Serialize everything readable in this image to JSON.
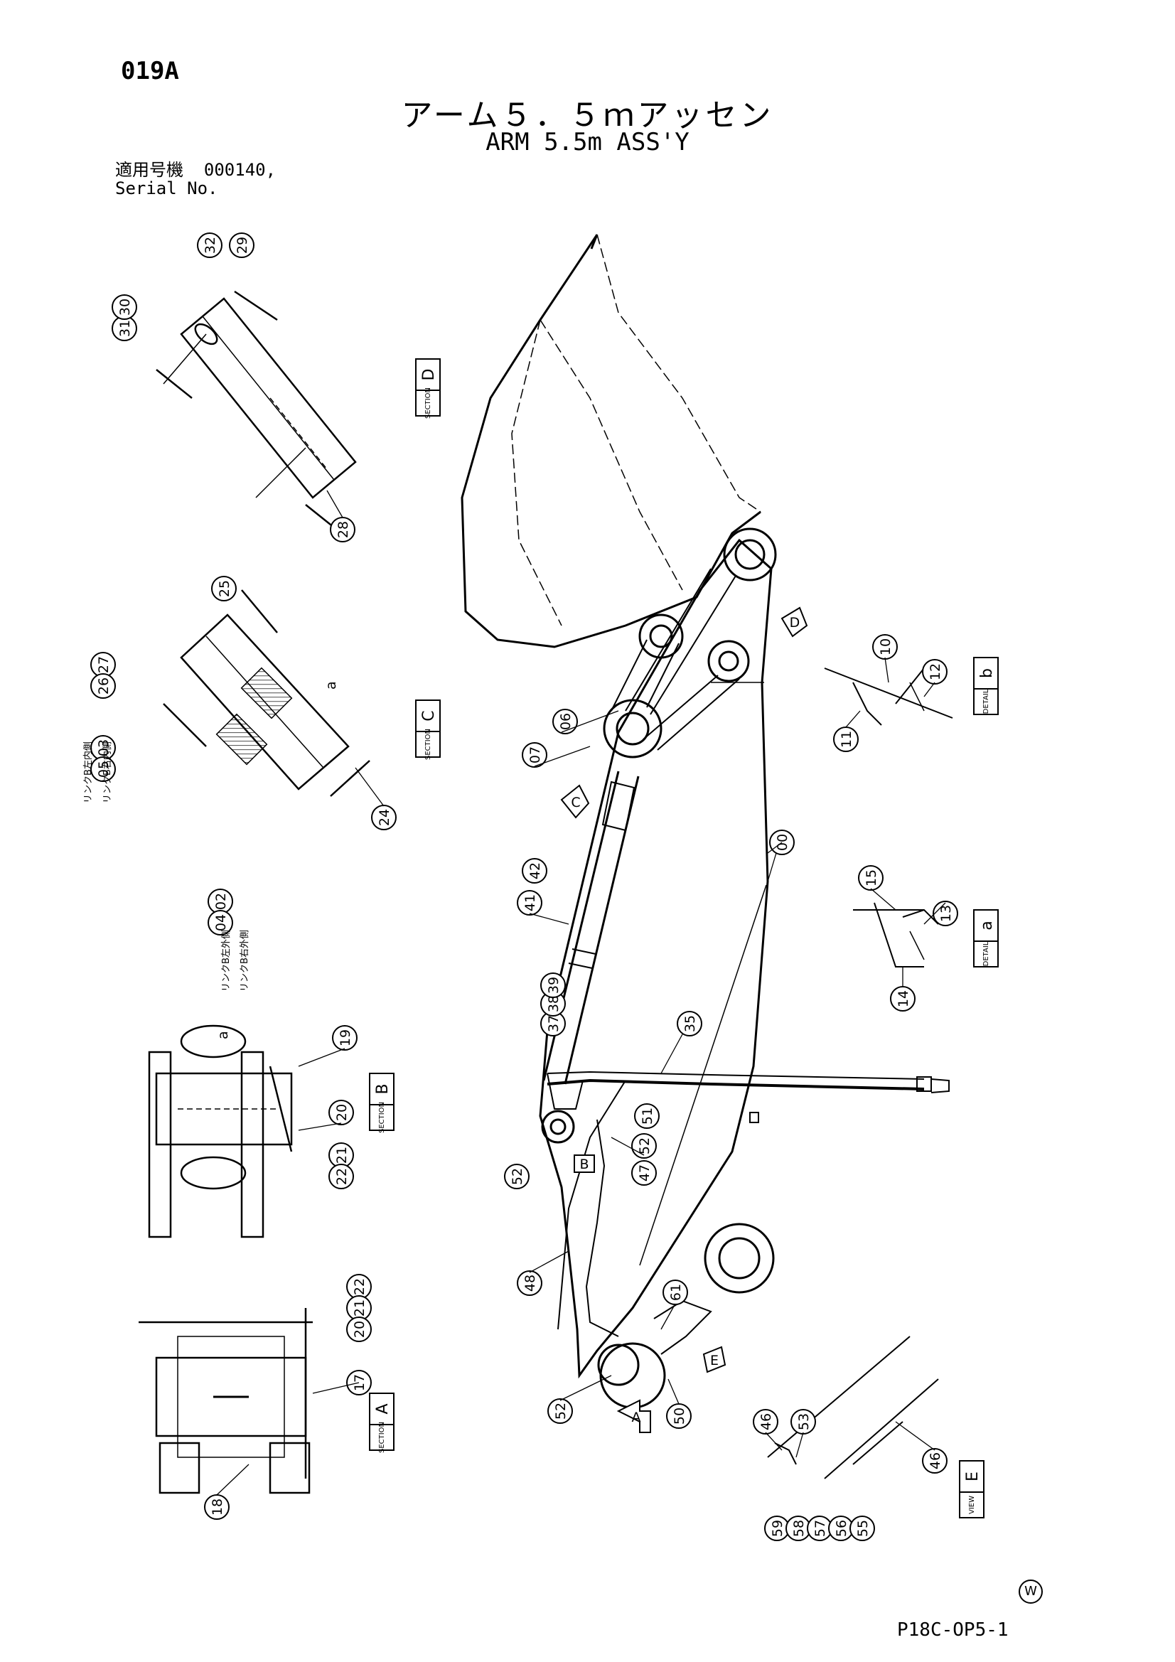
{
  "header": {
    "drawing_code": "019A",
    "title_jp": "アーム５．５ｍアッセン",
    "title_en": "ARM 5.5m ASS'Y",
    "serial_label_jp": "適用号機",
    "serial_value": "000140,",
    "serial_label_en": "Serial No."
  },
  "footer": {
    "page_code": "P18C-OP5-1",
    "mark": "W"
  },
  "section_tags": {
    "A": {
      "letter": "A",
      "word": "SECTION"
    },
    "B": {
      "letter": "B",
      "word": "SECTION"
    },
    "C": {
      "letter": "C",
      "word": "SECTION"
    },
    "D": {
      "letter": "D",
      "word": "SECTION"
    },
    "a": {
      "letter": "a",
      "word": "DETAIL"
    },
    "b": {
      "letter": "b",
      "word": "DETAIL"
    },
    "E": {
      "letter": "E",
      "word": "VIEW"
    }
  },
  "view_arrows": {
    "A": "A",
    "B": "B",
    "C": "C",
    "D": "D",
    "E": "E"
  },
  "link_labels": {
    "l03": "リンクB左内側",
    "l05": "リンクB右内側",
    "l02": "リンクB左外側",
    "l04": "リンクB右外側"
  },
  "parts": {
    "p00": "00",
    "p02": "02",
    "p03": "03",
    "p04": "04",
    "p05": "05",
    "p06": "06",
    "p07": "07",
    "p10": "10",
    "p11": "11",
    "p12": "12",
    "p13": "13",
    "p14": "14",
    "p15": "15",
    "p17": "17",
    "p18": "18",
    "p19": "19",
    "p20": "20",
    "p21": "21",
    "p22": "22",
    "p24": "24",
    "p25": "25",
    "p26": "26",
    "p27": "27",
    "p28": "28",
    "p29": "29",
    "p30": "30",
    "p31": "31",
    "p32": "32",
    "p35": "35",
    "p37": "37",
    "p38": "38",
    "p39": "39",
    "p41": "41",
    "p42": "42",
    "p46": "46",
    "p47": "47",
    "p48": "48",
    "p50": "50",
    "p51": "51",
    "p52": "52",
    "p53": "53",
    "p55": "55",
    "p56": "56",
    "p57": "57",
    "p58": "58",
    "p59": "59",
    "p61": "61"
  },
  "mark_letters": {
    "a": "a"
  }
}
